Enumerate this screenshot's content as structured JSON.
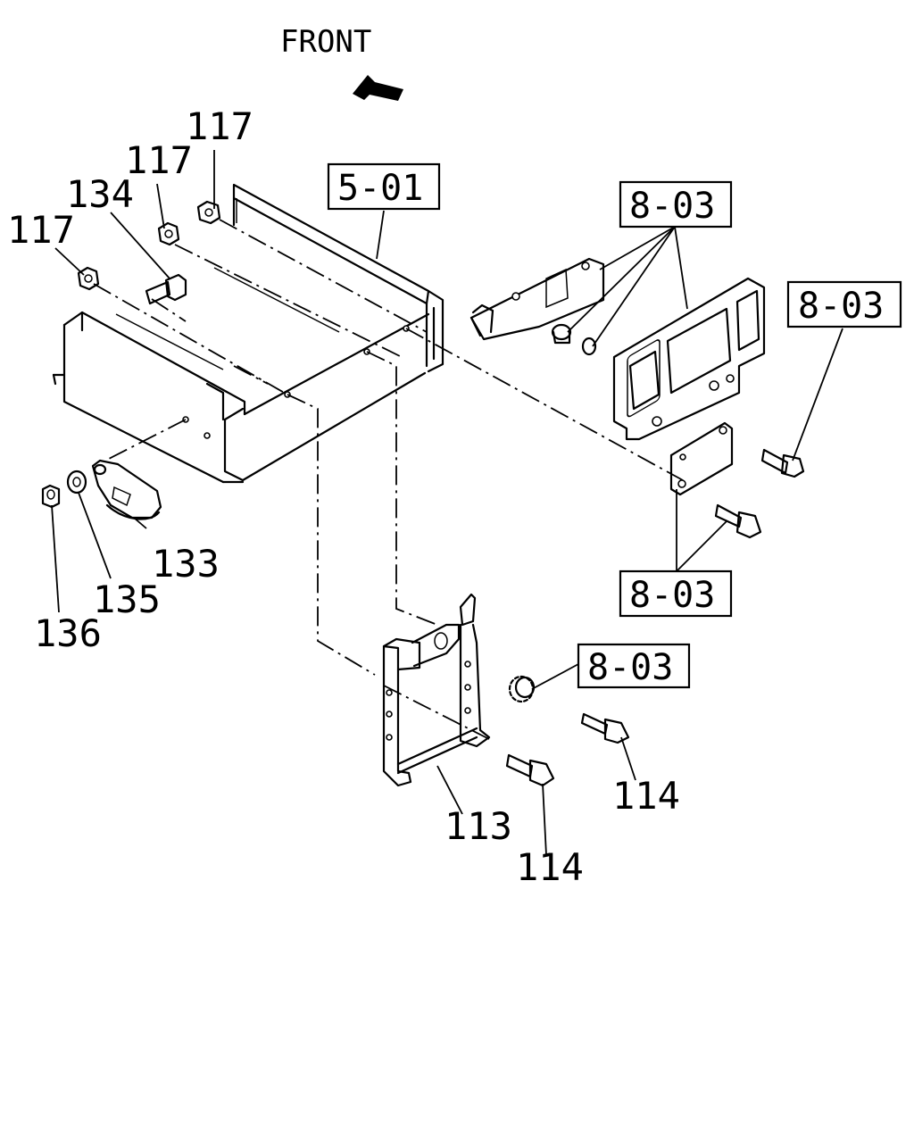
{
  "diagram": {
    "direction_label": "FRONT",
    "direction_icon": "arrow-icon",
    "ref_boxes": [
      "5-01",
      "8-03",
      "8-03",
      "8-03",
      "8-03"
    ],
    "part_numbers": {
      "p117a": "117",
      "p117b": "117",
      "p117c": "117",
      "p134": "134",
      "p133": "133",
      "p135": "135",
      "p136": "136",
      "p113": "113",
      "p114a": "114",
      "p114b": "114"
    }
  }
}
